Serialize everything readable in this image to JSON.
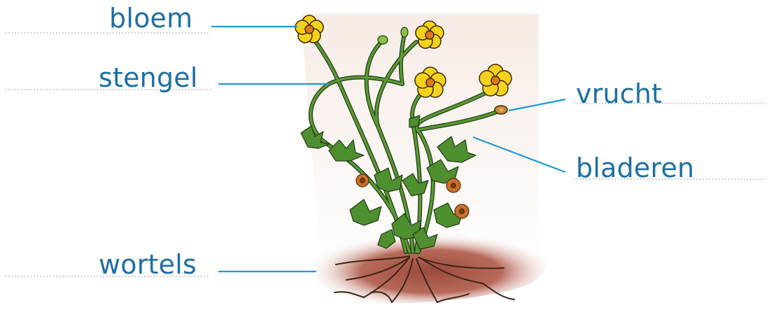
{
  "labels": {
    "flower": "bloem",
    "stem": "stengel",
    "roots": "wortels",
    "fruit": "vrucht",
    "leaves": "bladeren"
  },
  "colors": {
    "label_text": "#1d6fa3",
    "leader_line": "#1d9ad6",
    "petal": "#f7d21c",
    "petal_outline": "#3a2a00",
    "flower_center": "#e07b1a",
    "stem": "#5a9a35",
    "stem_outline": "#1f3a12",
    "leaf": "#4e8f2f",
    "soil": "#a9584a",
    "root": "#3b2418",
    "bud_brown": "#c8702a",
    "dotted_line": "#9a9a9a"
  },
  "icons": [
    "buttercup-plant-illustration"
  ]
}
